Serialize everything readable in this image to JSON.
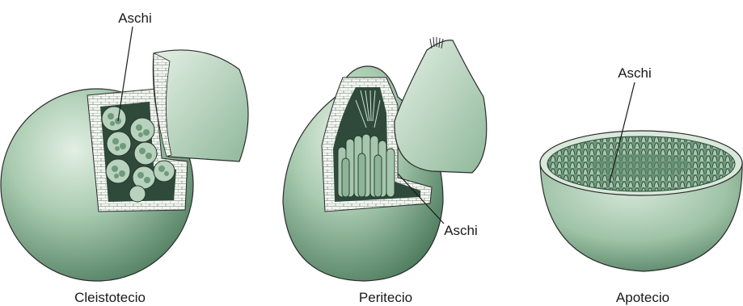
{
  "figures": [
    {
      "caption": "Cleistotecio",
      "annotation": "Aschi"
    },
    {
      "caption": "Peritecio",
      "annotation": "Aschi"
    },
    {
      "caption": "Apotecio",
      "annotation": "Aschi"
    }
  ],
  "colors": {
    "body_light": "#cfe3d2",
    "body_mid": "#9dc2a5",
    "body_dark": "#4c7a5c",
    "cavity": "#2f4a3b",
    "wall_cells": "#f3f7f1",
    "outline": "#2b2b2b"
  }
}
